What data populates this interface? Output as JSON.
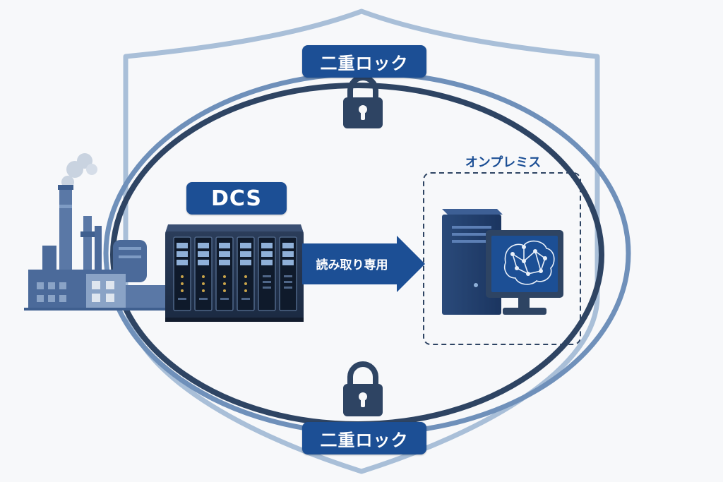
{
  "top_lock": {
    "label": "二重ロック"
  },
  "bottom_lock": {
    "label": "二重ロック"
  },
  "dcs": {
    "label": "DCS"
  },
  "read_only_arrow": {
    "label": "読み取り専用"
  },
  "onprem": {
    "label": "オンプレミス"
  },
  "colors": {
    "primary": "#1c4f95",
    "dark": "#2e4463",
    "shield": "#a9bfd8",
    "background": "#f7f8fa"
  },
  "icons": [
    "shield-icon",
    "lock-icon",
    "factory-icon",
    "server-rack-icon",
    "pc-tower-icon",
    "monitor-icon",
    "ai-brain-icon"
  ]
}
